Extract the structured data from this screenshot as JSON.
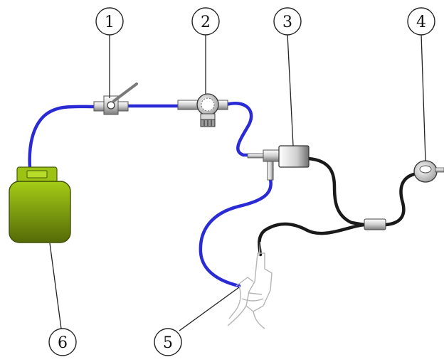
{
  "diagram": {
    "callouts": [
      {
        "id": "valve",
        "label": "1"
      },
      {
        "id": "regulator",
        "label": "2"
      },
      {
        "id": "mixer",
        "label": "3"
      },
      {
        "id": "outlet-fitting",
        "label": "4"
      },
      {
        "id": "handpiece",
        "label": "5"
      },
      {
        "id": "gas-cylinder",
        "label": "6"
      }
    ],
    "colors": {
      "gas_hose": "#2b2bd6",
      "dark_hose": "#1a1a1a",
      "cylinder_top": "#9cc313",
      "cylinder_bottom": "#5b6f0a",
      "metal_light": "#f4f4f4",
      "metal_dark": "#8a8a8a",
      "sketch_line": "#b5b5b5"
    }
  }
}
